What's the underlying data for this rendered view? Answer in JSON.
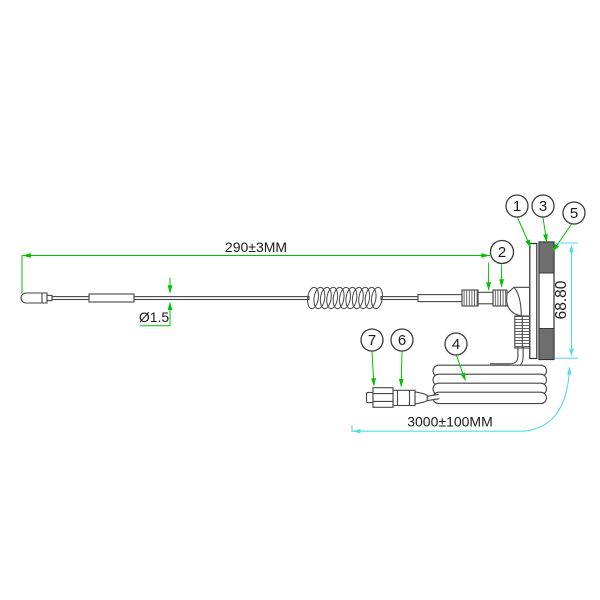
{
  "drawing": {
    "subject": "whip antenna with coiled cable assembly - technical drawing",
    "dimensions": {
      "whip_length": "290±3MM",
      "whip_diameter": "Ø1.5",
      "base_height": "68.80",
      "cable_length": "3000±100MM"
    },
    "callouts": [
      {
        "number": "1"
      },
      {
        "number": "2"
      },
      {
        "number": "3"
      },
      {
        "number": "4"
      },
      {
        "number": "5"
      },
      {
        "number": "6"
      },
      {
        "number": "7"
      }
    ],
    "colors": {
      "dimension_green": "#00c400",
      "dimension_cyan": "#52dee8",
      "outline": "#454545",
      "dark_fill": "#6e6e6e",
      "background": "#ffffff",
      "text": "#1a1a1a"
    }
  }
}
